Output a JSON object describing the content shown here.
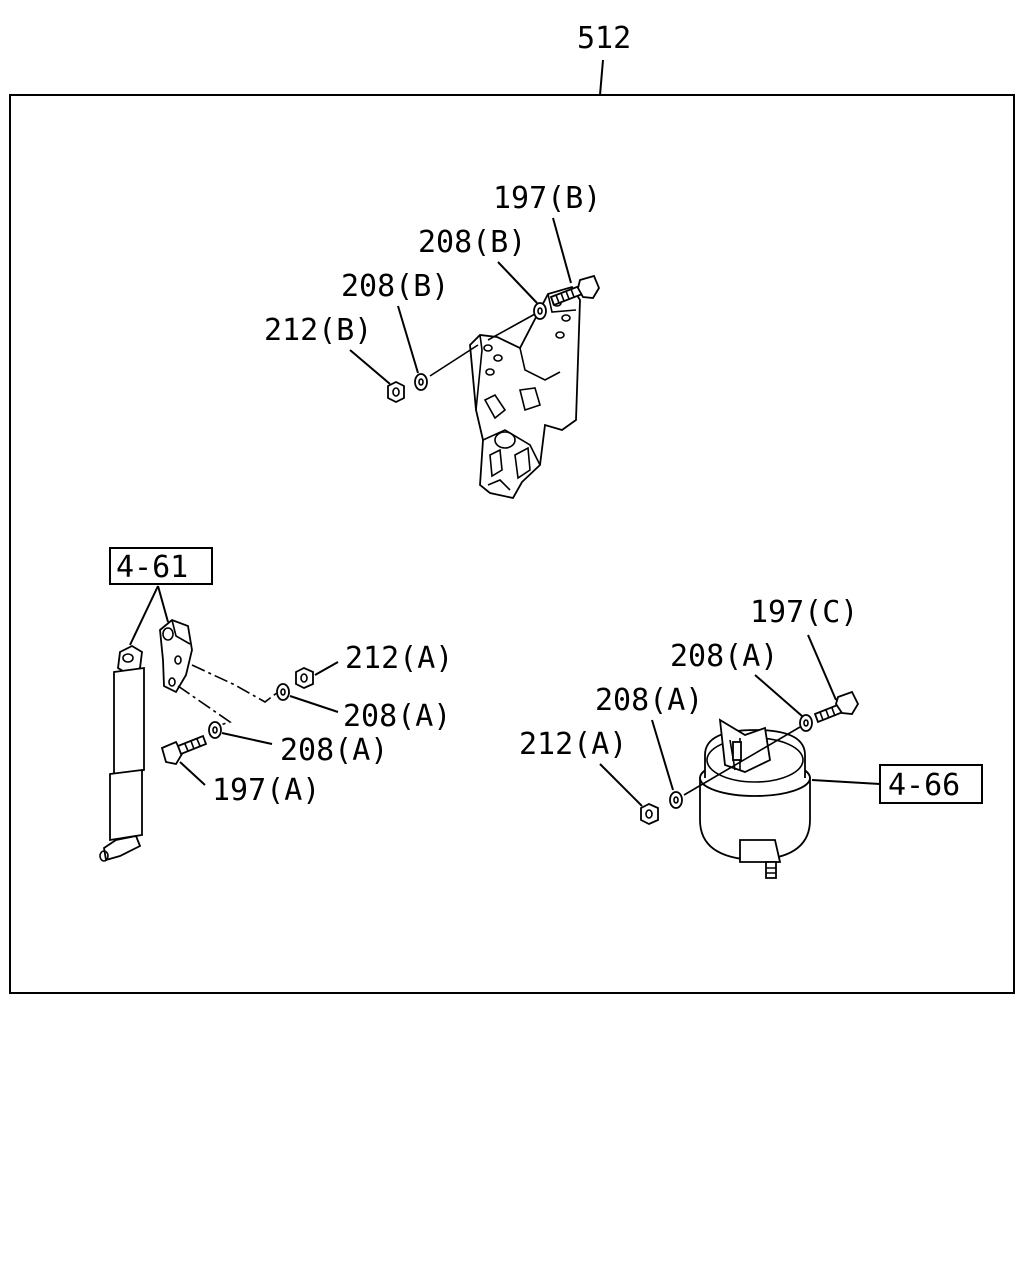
{
  "diagram": {
    "assembly_label": "512",
    "labels": {
      "bolt_b": "197(B)",
      "washer_b_outer": "208(B)",
      "washer_b_inner": "208(B)",
      "nut_b": "212(B)",
      "ref_shock": "4-61",
      "nut_a_left": "212(A)",
      "washer_a_left_1": "208(A)",
      "washer_a_left_2": "208(A)",
      "bolt_a": "197(A)",
      "bolt_c": "197(C)",
      "washer_a_right_1": "208(A)",
      "washer_a_right_2": "208(A)",
      "nut_a_right": "212(A)",
      "ref_airspring": "4-66"
    }
  }
}
